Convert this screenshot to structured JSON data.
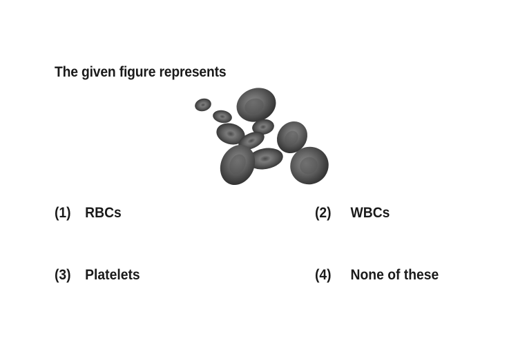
{
  "question": {
    "text": "The given figure represents"
  },
  "figure": {
    "icon": "blood-cells-illustration"
  },
  "options": [
    {
      "number": "(1)",
      "label": "RBCs"
    },
    {
      "number": "(2)",
      "label": "WBCs"
    },
    {
      "number": "(3)",
      "label": "Platelets"
    },
    {
      "number": "(4)",
      "label": "None of these"
    }
  ]
}
